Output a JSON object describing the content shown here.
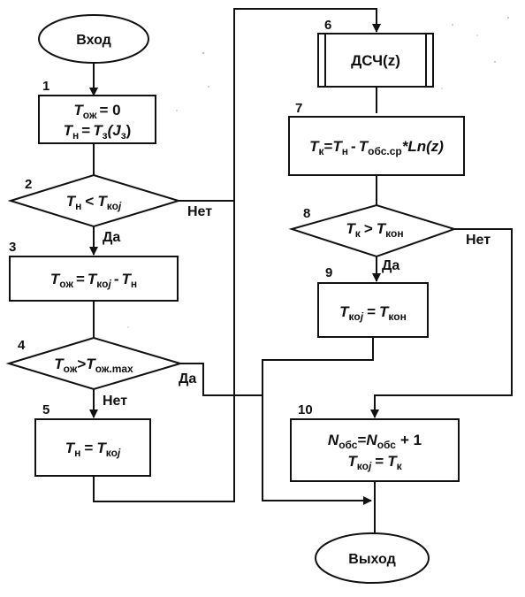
{
  "nodes": {
    "start": {
      "label": "Вход"
    },
    "end": {
      "label": "Выход"
    }
  },
  "numbers": [
    "1",
    "2",
    "3",
    "4",
    "5",
    "6",
    "7",
    "8",
    "9",
    "10"
  ],
  "branches": {
    "yes": "Да",
    "no": "Нет"
  },
  "formulas": {
    "b1_line1": {
      "a": "T",
      "s": "ож",
      "op": "= 0"
    },
    "b1_line2": {
      "a": "T",
      "s": "н",
      "op": "=",
      "b": "T",
      "bs": "з",
      "tail": "(J",
      "tails": "з",
      "end": ")"
    },
    "d2": {
      "a": "T",
      "s": "н",
      "op": "<",
      "b": "T",
      "bs": "ко",
      "j": "j"
    },
    "b3": {
      "a": "T",
      "s": "ож",
      "op": "=",
      "b": "T",
      "bs": "ко",
      "j": "j",
      "op2": "-",
      "c": "T",
      "cs": "н"
    },
    "d4": {
      "a": "T",
      "s": "ож",
      "op": ">",
      "b": "T",
      "bs": "ож.max"
    },
    "b5": {
      "a": "T",
      "s": "н",
      "op": "=",
      "b": "T",
      "bs": "ко",
      "j": "j"
    },
    "b6": {
      "text": "ДСЧ(z)"
    },
    "b7": {
      "a": "T",
      "s": "к",
      "op": "=",
      "b": "T",
      "bs": "н",
      "op2": "-",
      "c": "T",
      "cs": "обс.ср",
      "tail": "*Ln(z)"
    },
    "d8": {
      "a": "T",
      "s": "к",
      "op": ">",
      "b": "T",
      "bs": "кон"
    },
    "b9": {
      "a": "T",
      "s": "ко",
      "j": "j",
      "op": "=",
      "b": "T",
      "bs": "кон"
    },
    "b10_line1": {
      "a": "N",
      "s": "обс",
      "op": "=",
      "b": "N",
      "bs": "обс",
      "tail": "+ 1"
    },
    "b10_line2": {
      "a": "T",
      "s": "ко",
      "j": "j",
      "op": "=",
      "b": "T",
      "bs": "к"
    }
  }
}
